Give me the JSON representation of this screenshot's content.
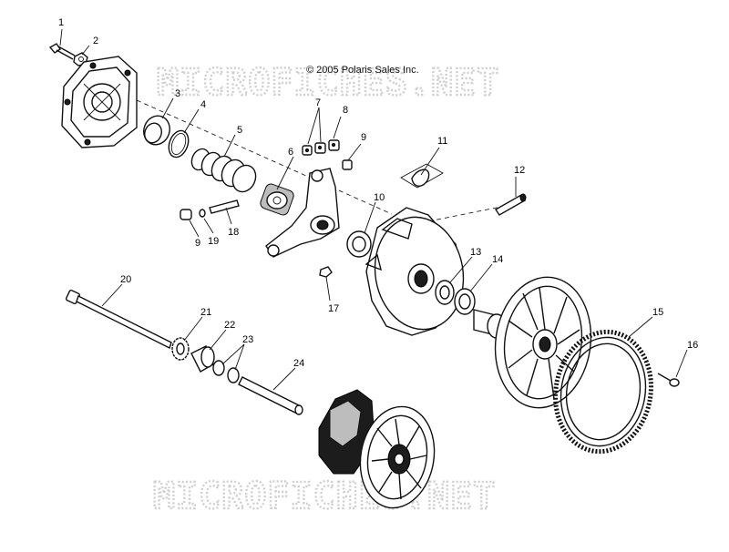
{
  "copyright": "© 2005 Polaris Sales Inc.",
  "watermark": "MICROFICHES.NET",
  "callouts": [
    "1",
    "2",
    "3",
    "4",
    "5",
    "6",
    "7",
    "8",
    "9",
    "9",
    "10",
    "11",
    "12",
    "13",
    "14",
    "15",
    "16",
    "17",
    "18",
    "19",
    "20",
    "21",
    "22",
    "23",
    "24"
  ]
}
